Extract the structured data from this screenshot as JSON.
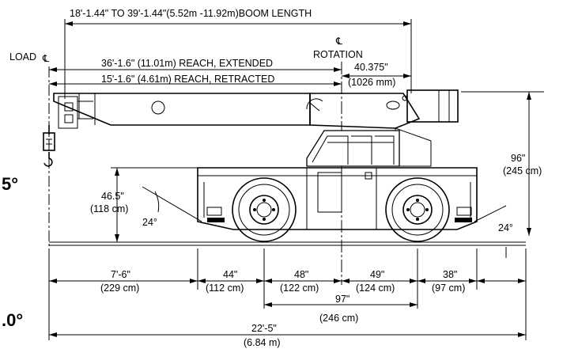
{
  "dims": {
    "boom_length": "18'-1.44\" TO 39'-1.44\"(5.52m -11.92m)BOOM LENGTH",
    "load_cl": "LOAD",
    "cl_symbol": "℄",
    "rotation": "ROTATION",
    "reach_extended": "36'-1.6\" (11.01m) REACH, EXTENDED",
    "reach_retracted": "15'-1.6\" (4.61m) REACH, RETRACTED",
    "rear_offset_in": "40.375\"",
    "rear_offset_mm": "(1026 mm)",
    "height_total_in": "96\"",
    "height_total_cm": "(245 cm)",
    "height_deck_in": "46.5\"",
    "height_deck_cm": "(118 cm)",
    "angle_front": "24°",
    "angle_rear": "24°",
    "front_overhang_in": "7'-6\"",
    "front_overhang_cm": "(229 cm)",
    "front_to_axle_in": "44\"",
    "front_to_axle_cm": "(112 cm)",
    "axle_to_cl_front_in": "48\"",
    "axle_to_cl_front_cm": "(122 cm)",
    "cl_to_axle_rear_in": "49\"",
    "cl_to_axle_rear_cm": "(124 cm)",
    "rear_overhang_in": "38\"",
    "rear_overhang_cm": "(97 cm)",
    "wheelbase_in": "97\"",
    "wheelbase_cm": "(246 cm)",
    "overall_in": "22'-5\"",
    "overall_cm": "(6.84 m)",
    "side_big_1": "5°",
    "side_big_2": ".0°"
  }
}
